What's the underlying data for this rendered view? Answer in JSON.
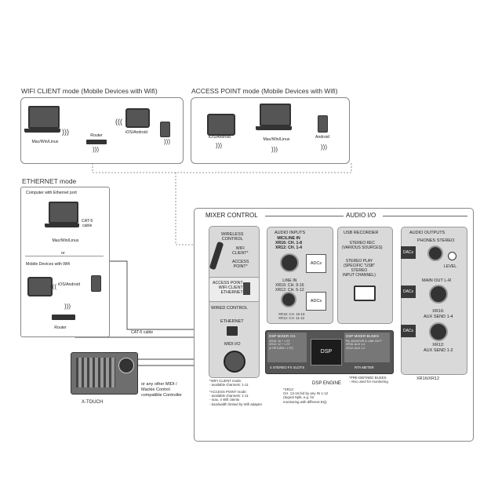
{
  "sections": {
    "wifi_client": {
      "title": "WIFI CLIENT mode (Mobile Devices with Wifi)",
      "laptop": "Mac/Win/Linux",
      "router": "Router",
      "tablet": "iOS/Android"
    },
    "access_point": {
      "title": "ACCESS POINT mode (Mobile Devices with Wifi)",
      "tablet": "iOS/Android",
      "laptop": "Mac/Win/Linux",
      "phone": "Android"
    },
    "ethernet": {
      "title": "ETHERNET mode",
      "computer_caption": "Computer with Ethernet port",
      "cable1": "CAT-5\ncable",
      "laptop": "Mac/Win/Linux",
      "or": "or",
      "mobile_caption": "Mobile Devices with Wifi",
      "tablet": "iOS/Android",
      "router": "Router",
      "cable2": "CAT-5 cable"
    }
  },
  "mixer": {
    "mixer_control": "MIXER CONTROL",
    "audio_io": "AUDIO I/O",
    "wireless_control": "WIRELESS\nCONTROL",
    "wifi_client": "WIFI\nCLIENT*",
    "access_point": "ACCESS\nPOINT*",
    "mode_switch": "ACCESS POINT\nWIFI CLIENT\nETHERNET",
    "wired_control": "WIRED CONTROL",
    "ethernet": "ETHERNET",
    "midi_io": "MIDI I/O",
    "audio_inputs_title": "AUDIO INPUTS",
    "audio_inputs_sub": "MIC/LINE IN\nXR16: CH. 1-8\nXR12: CH. 1-4",
    "adcs": "ADCs",
    "line_in": "LINE IN\nXR16: CH. 9-16\nXR12: CH. 5-12",
    "line_in_sub": "XR16: CH. 15-16\nXR12: CH. 11-12",
    "usb_recorder": "USB RECORDER",
    "stereo_rec": "STEREO REC\n(VARIOUS SOURCES)",
    "stereo_play": "STEREO PLAY\n(SPECIFIC \"USB\"\nSTEREO\nINPUT CHANNEL)",
    "audio_outputs": "AUDIO OUTPUTS",
    "phones_stereo": "PHONES STEREO",
    "level": "LEVEL",
    "dacs": "DACs",
    "main_out": "MAIN OUT L-R",
    "aux_xr16": "XR16:\nAUX SEND 1-4",
    "aux_xr12": "XR12:\nAUX SEND 1-2",
    "dsp_mixer": "DSP MIXER CH.",
    "dsp_mixer_sub": "XR16: 16 + 1 ST\nXR12: 12 + 1 ST\n(2 RETURN / 1 ST)",
    "dsp": "DSP",
    "dsp_buses": "DSP MIXER BUSES",
    "dsp_buses_sub": "PA, MONITOR & LINE OUT*\nXR16: AUX 1-4\nXR12: AUX 1-2",
    "fx_slots": "4 STEREO FX SLOTS",
    "rta_meter": "RTA METER",
    "dsp_engine": "DSP ENGINE",
    "model": "XR16/XR12"
  },
  "xtouch": {
    "label": "X-TOUCH",
    "alt": "or any other MIDI /\nMackie Control\ncompatible Controller"
  },
  "notes": {
    "wifi_client_note": "*WIFI CLIENT mode:\n- available channels: 1-11",
    "access_point_note": "*ACCESS POINT mode:\n- available channels: 1-11\n- max. 4 Wifi clients\n- bandwidth limited by Wifi adapter",
    "xr12_note": "*XR12:\nCH. 13-16 fed by any IN 1-12\n(Signal Split, e.g. for\nmonitoring with different EQ)",
    "buses_note": "*PRE-DEFINED BUSES\n- Also used for monitoring"
  }
}
